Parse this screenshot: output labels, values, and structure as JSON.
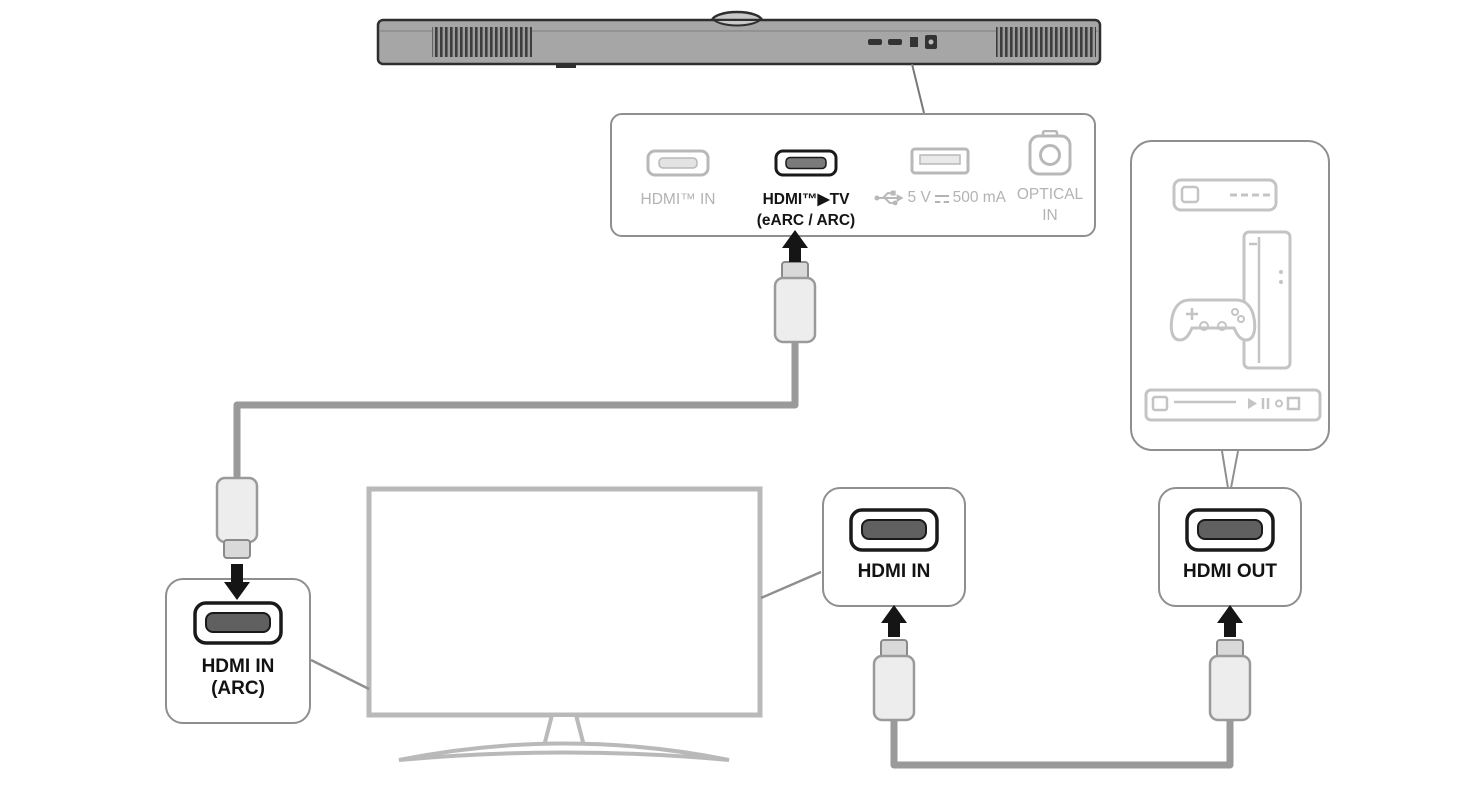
{
  "colors": {
    "background": "#ffffff",
    "active_dark": "#141414",
    "inactive_gray": "#b3b3b3",
    "panel_border": "#8f8f8f",
    "cable_gray": "#9a9a9a",
    "soundbar_body": "#a6a6a6",
    "tv_outline": "#b9b9b9",
    "device_outline": "#c4c4c4",
    "arrow_black": "#151515"
  },
  "icons": {
    "hdmi_port": "hdmi-connector outline with inner dark slot",
    "usb_port": "usb-a connector outline",
    "usb_symbol": "usb trident symbol",
    "optical_port": "square toslink port with circle",
    "dc_symbol": "⎓",
    "hdmi_plug": "hdmi cable plug",
    "direction_arrow": "solid black arrow",
    "soundbar": "soundbar rear view with speaker grilles",
    "tv": "television outline with stand",
    "set_top_box": "set-top box outline",
    "game_console": "game console with gamepad outline",
    "bluray_player": "blu-ray player outline"
  },
  "soundbar_panel": {
    "ports": [
      {
        "id": "hdmi-in",
        "label": "HDMI™ IN",
        "state": "inactive"
      },
      {
        "id": "hdmi-out-to-tv",
        "label": "HDMI™▶TV",
        "sublabel": "(eARC / ARC)",
        "state": "active"
      },
      {
        "id": "usb",
        "label_prefix": "5 V",
        "dc_symbol": "⎓",
        "label_suffix": "500 mA",
        "state": "inactive"
      },
      {
        "id": "optical-in",
        "label": "OPTICAL",
        "sublabel": "IN",
        "state": "inactive"
      }
    ]
  },
  "tv_port_panel": {
    "label": "HDMI IN",
    "sublabel": "(ARC)"
  },
  "device_in_panel": {
    "label": "HDMI IN"
  },
  "device_out_panel": {
    "label": "HDMI OUT"
  }
}
